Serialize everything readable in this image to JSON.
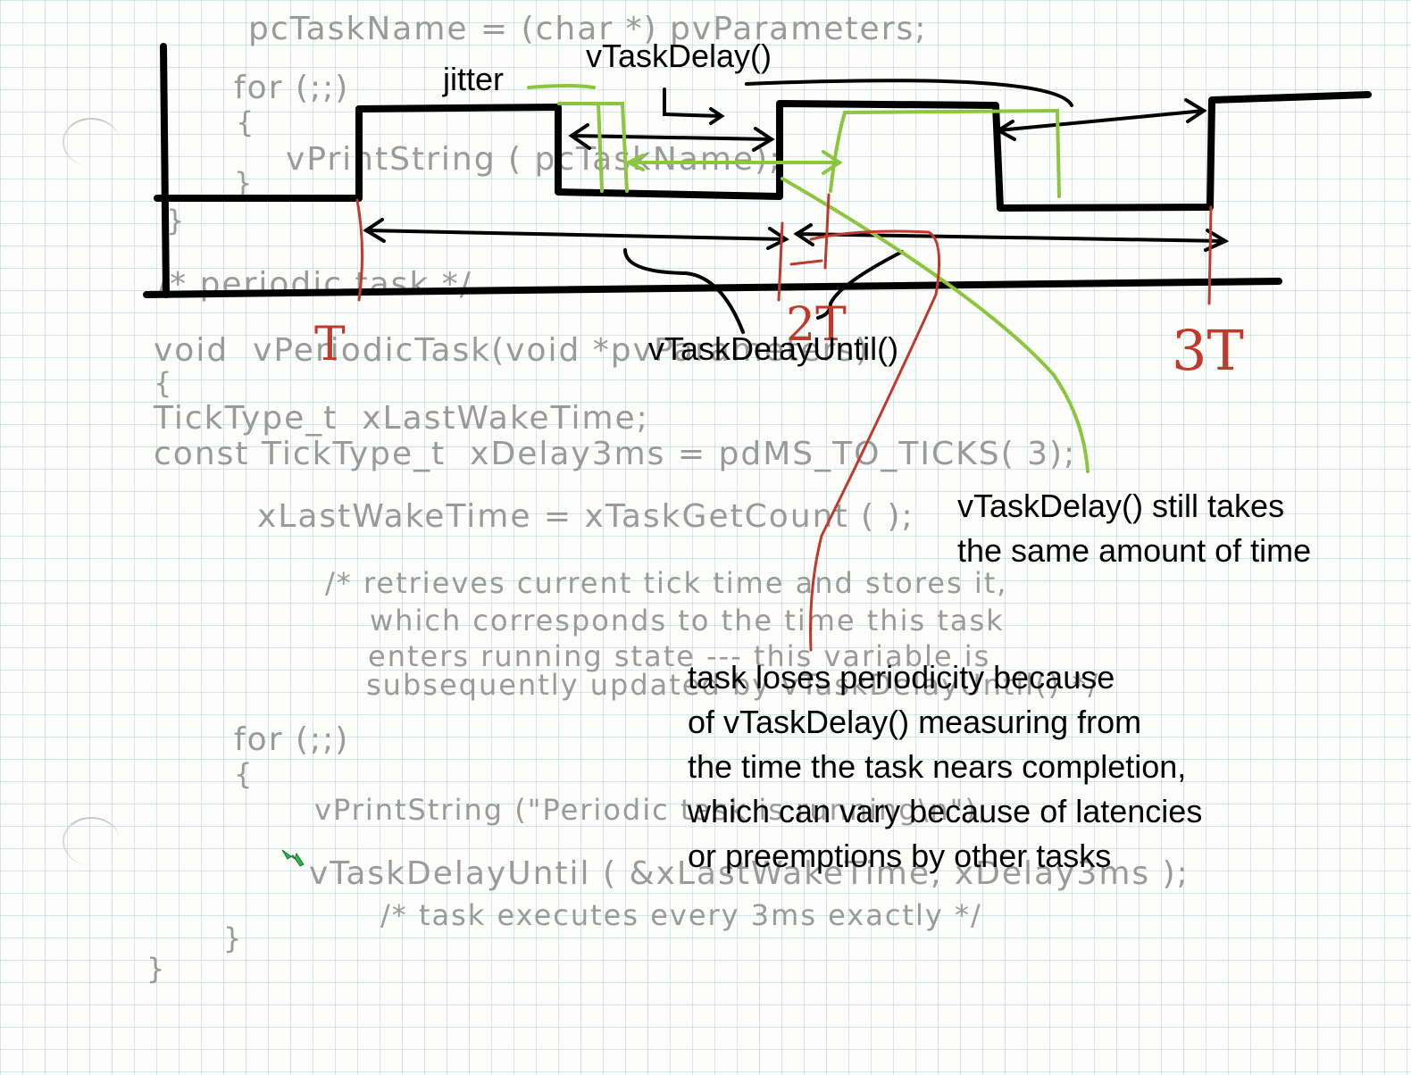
{
  "code": {
    "top_lines": [
      "pcTaskName = (char *) pvParameters;",
      "for (;;)",
      "{",
      "vPrintString ( pcTaskName);",
      "}",
      "}",
      "/* periodic task */"
    ],
    "function_lines": [
      "void  vPeriodicTask(void *pvParameters)",
      "{",
      "TickType_t  xLastWakeTime;",
      "const TickType_t  xDelay3ms = pdMS_TO_TICKS( 3);",
      "xLastWakeTime = xTaskGetCount ( );",
      "/* retrieves current tick time and stores it,",
      "which corresponds to the time this task",
      "enters running state --- this variable is",
      "subsequently updated by vTaskDelayUntil() */",
      "for (;;)",
      "{",
      "vPrintString (\"Periodic task is running\\n\");",
      "vTaskDelayUntil ( &xLastWakeTime, xDelay3ms );",
      "/* task executes every 3ms exactly */",
      "}",
      "}"
    ]
  },
  "annotations": {
    "jitter": "jitter",
    "vtaskdelay_top": "vTaskDelay()",
    "vtaskdelayuntil": "vTaskDelayUntil()",
    "note_same_time": [
      "vTaskDelay() still takes",
      "the same amount of time"
    ],
    "note_periodicity": [
      "task loses periodicity because",
      "of vTaskDelay() measuring from",
      "the time the task nears completion,",
      "which can vary because of latencies",
      "or preemptions by other tasks"
    ]
  },
  "time_markers": [
    "T",
    "2T",
    "3T"
  ],
  "colors": {
    "ink": "#000000",
    "pencil": "#9a9a9a",
    "red_pen": "#c0392b",
    "green_pen": "#8cc63f",
    "grid": "#78bec8"
  }
}
